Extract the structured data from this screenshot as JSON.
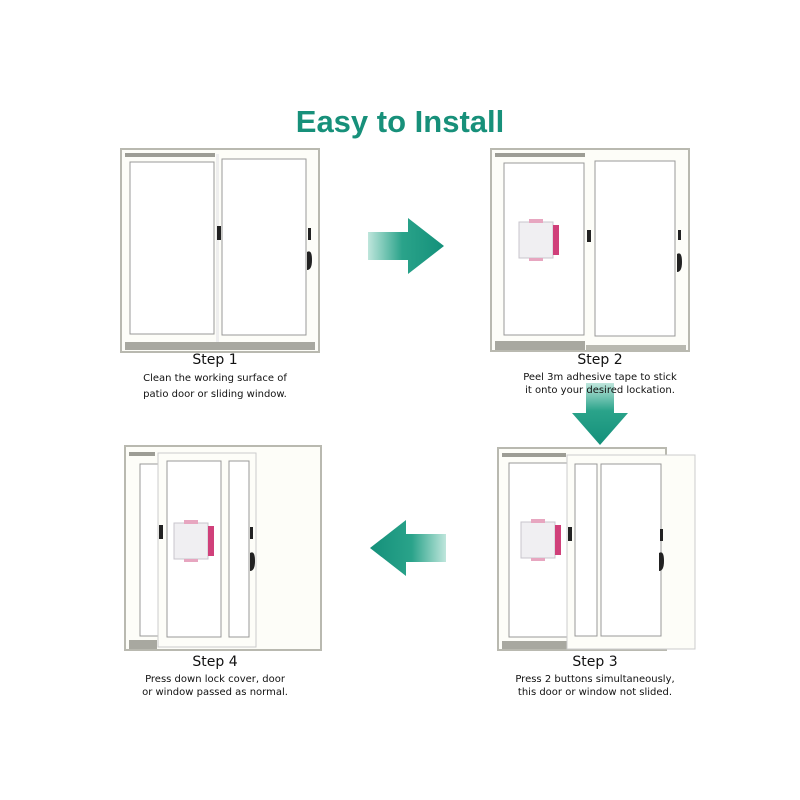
{
  "title": "Easy to Install",
  "colors": {
    "accent": "#17907a",
    "frame": "#b9b9b0",
    "lock_accent": "#d0407a"
  },
  "steps": [
    {
      "label": "Step 1",
      "desc_lines": [
        "Clean the working surface of",
        "patio door or sliding window."
      ]
    },
    {
      "label": "Step 2",
      "desc_lines": [
        "Peel 3m adhesive tape to stick",
        "it onto your desired lockation."
      ]
    },
    {
      "label": "Step 3",
      "desc_lines": [
        "Press 2 buttons simultaneously,",
        "this door or window not slided."
      ]
    },
    {
      "label": "Step 4",
      "desc_lines": [
        "Press down lock cover, door",
        "or window passed as normal."
      ]
    }
  ],
  "icons": {
    "arrow_right": "arrow-right-icon",
    "arrow_down": "arrow-down-icon",
    "arrow_left": "arrow-left-icon"
  }
}
